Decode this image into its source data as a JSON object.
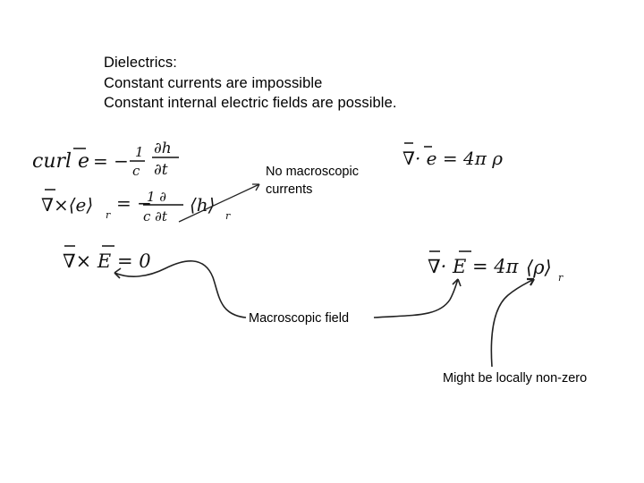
{
  "heading": {
    "lines": [
      "Dielectrics:",
      "Constant currents are impossible",
      "Constant internal electric fields are possible."
    ]
  },
  "labels": {
    "no_macroscopic_line1": "No macroscopic",
    "no_macroscopic_line2": "currents",
    "macroscopic_field": "Macroscopic field",
    "locally_nonzero": "Might be locally non-zero"
  },
  "equations": {
    "curl_e_lhs": "curl e",
    "curl_e_eq": "= −",
    "curl_e_frac_num": "1",
    "curl_e_frac_den": "c",
    "curl_e_dh": "∂h",
    "curl_e_dt": "∂t",
    "avg_curl_lhs": "∇×⟨e⟩",
    "avg_curl_sub": "r",
    "avg_curl_rhs": "= −",
    "avg_curl_num": "1 ∂",
    "avg_curl_den": "c ∂t",
    "avg_curl_h": "⟨h⟩",
    "avg_curl_h_sub": "r",
    "div_e": "∇· e = 4π ρ",
    "curl_E": "∇× E = 0",
    "div_E_lhs": "∇· E = 4π",
    "div_E_rho": "⟨ρ⟩",
    "div_E_sub": "r"
  }
}
